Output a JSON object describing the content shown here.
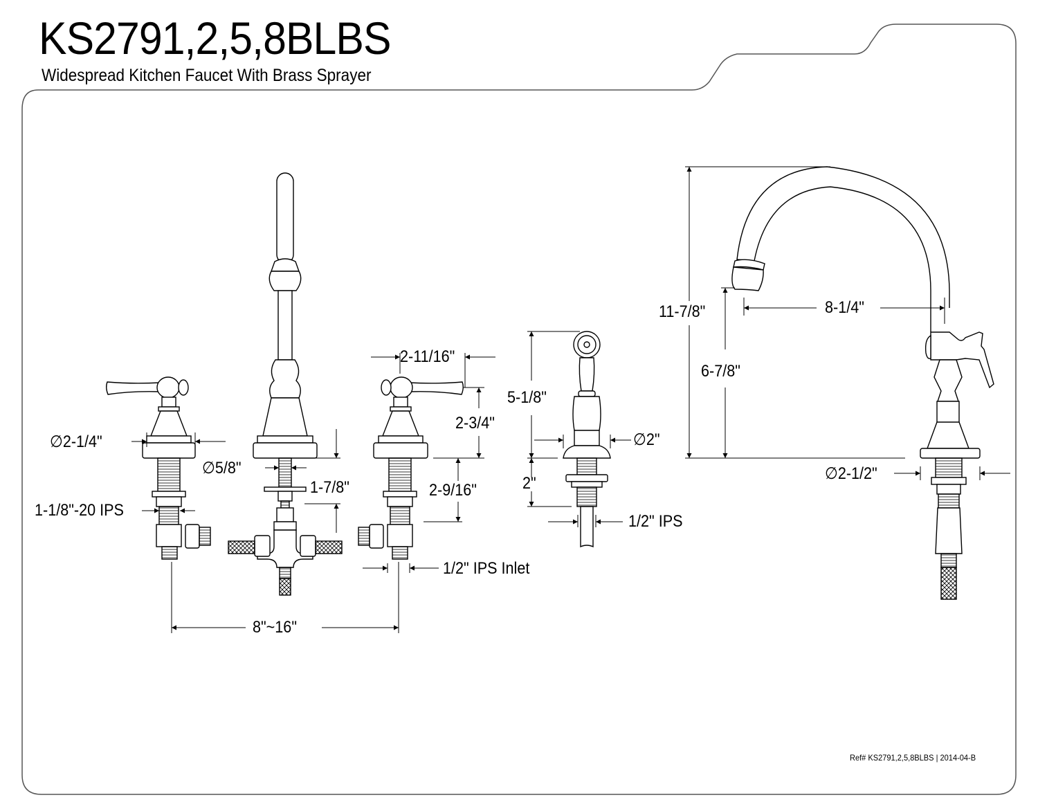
{
  "header": {
    "model": "KS2791,2,5,8BLBS",
    "description": "Widespread Kitchen Faucet With Brass Sprayer"
  },
  "footer": {
    "reference": "Ref# KS2791,2,5,8BLBS | 2014-04-B"
  },
  "dimensions": {
    "handle_base_diameter": "∅2-1/4\"",
    "spout_shank_diameter": "∅5/8\"",
    "spout_shank_length": "1-7/8\"",
    "handle_thread": "1-1/8\"-20 IPS",
    "handle_spread": "2-11/16\"",
    "handle_height": "2-3/4\"",
    "handle_shank_length": "2-9/16\"",
    "inlet": "1/2\" IPS Inlet",
    "center_spread": "8\"~16\"",
    "sprayer_height": "5-1/8\"",
    "sprayer_base_diameter": "∅2\"",
    "sprayer_shank_length": "2\"",
    "sprayer_connection": "1/2\" IPS",
    "spout_total_height": "11-7/8\"",
    "spout_reach": "8-1/4\"",
    "spout_clearance": "6-7/8\"",
    "spout_base_diameter": "∅2-1/2\""
  }
}
